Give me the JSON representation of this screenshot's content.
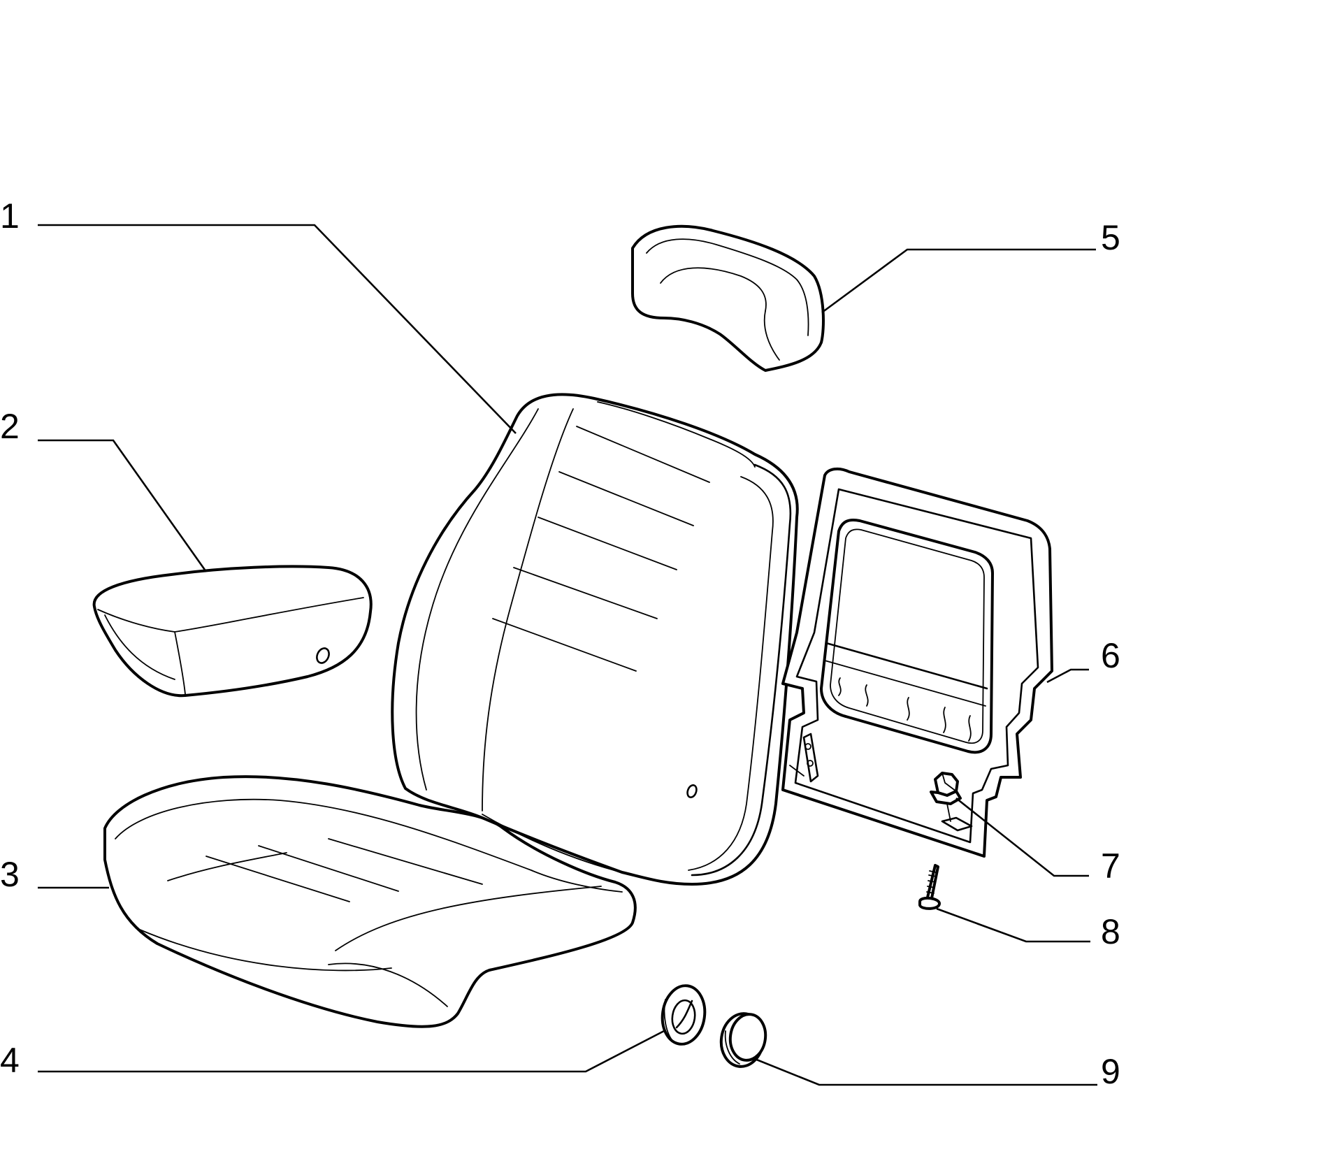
{
  "colors": {
    "background": "#ffffff",
    "line": "#000000"
  },
  "callouts": [
    {
      "number": "1",
      "part": "seat-backrest"
    },
    {
      "number": "2",
      "part": "armrest-cushion"
    },
    {
      "number": "3",
      "part": "seat-cushion"
    },
    {
      "number": "4",
      "part": "round-trim-ring"
    },
    {
      "number": "5",
      "part": "headrest"
    },
    {
      "number": "6",
      "part": "backrest-rear-panel"
    },
    {
      "number": "7",
      "part": "clip-nut"
    },
    {
      "number": "8",
      "part": "screw"
    },
    {
      "number": "9",
      "part": "round-cap"
    }
  ]
}
